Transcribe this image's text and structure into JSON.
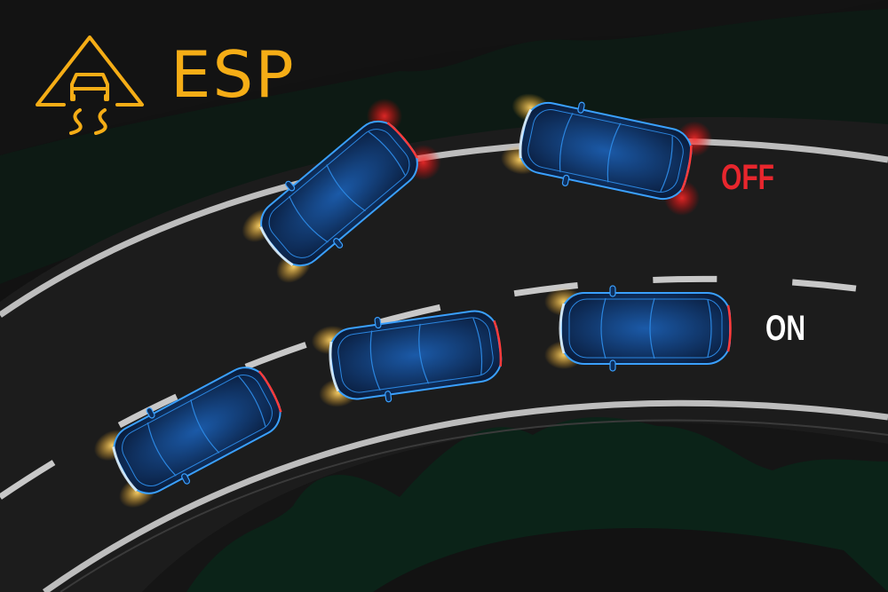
{
  "header": {
    "icon": "esp-warning-triangle-car-icon",
    "title": "ESP",
    "accent_color": "#f5ad16"
  },
  "labels": {
    "off": {
      "text": "OFF",
      "color": "#e8262d"
    },
    "on": {
      "text": "ON",
      "color": "#ffffff"
    }
  },
  "scene": {
    "description": "Top-down curved road at night comparing car trajectory with ESP off (skidding cars) and ESP on (stable cars in lane)",
    "cars_off_count": 2,
    "cars_on_count": 3,
    "car_color": "#0d2d5a",
    "outline_color": "#3aa0ff",
    "headlight_color": "#ffc34a",
    "taillight_color": "#ff3030",
    "grass_color": "#0b2318",
    "road_color": "#1c1c1c"
  }
}
